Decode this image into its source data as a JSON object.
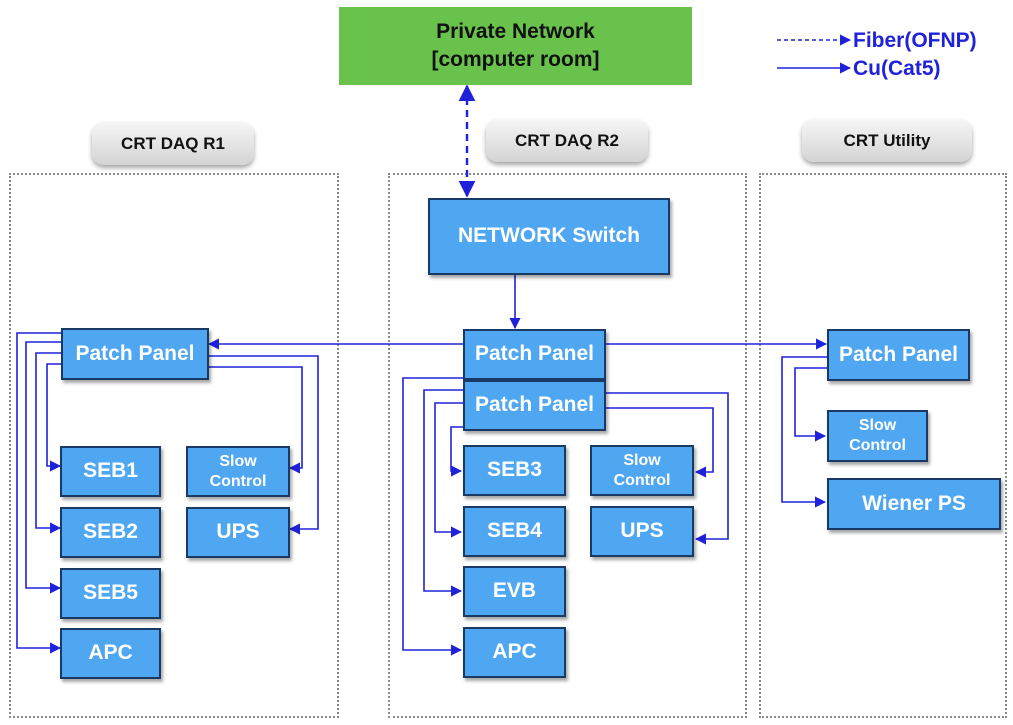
{
  "private_network": {
    "label": "Private Network\n[computer room]"
  },
  "legend": {
    "fiber": "Fiber(OFNP)",
    "cu": "Cu(Cat5)",
    "line_color": "#1f22d8"
  },
  "racks": {
    "r1": {
      "tag": "CRT DAQ R1",
      "patch_panel": "Patch Panel",
      "seb1": "SEB1",
      "seb2": "SEB2",
      "seb5": "SEB5",
      "apc": "APC",
      "slow_control": "Slow\nControl",
      "ups": "UPS"
    },
    "r2": {
      "tag": "CRT DAQ R2",
      "network_switch": "NETWORK Switch",
      "patch_panel_top": "Patch Panel",
      "patch_panel_bottom": "Patch Panel",
      "seb3": "SEB3",
      "seb4": "SEB4",
      "evb": "EVB",
      "apc": "APC",
      "slow_control": "Slow\nControl",
      "ups": "UPS"
    },
    "utility": {
      "tag": "CRT Utility",
      "patch_panel": "Patch Panel",
      "slow_control": "Slow\nControl",
      "wiener_ps": "Wiener PS"
    }
  },
  "colors": {
    "box_fill": "#4fa7f2",
    "box_border": "#1a3a66",
    "network_fill": "#69c24c",
    "zone_border": "#8a8a8a"
  }
}
